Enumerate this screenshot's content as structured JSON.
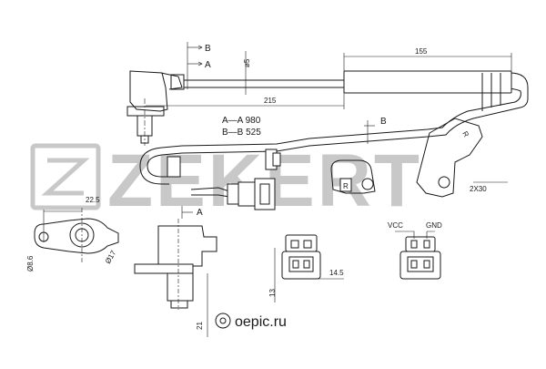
{
  "brand": {
    "watermark": "ZEKERT",
    "footer": "oepic.ru",
    "watermark_color": "#c8c8c8"
  },
  "sections": {
    "section_a": "A",
    "section_b": "B"
  },
  "legend": {
    "line1": "A—A 980",
    "line2": "B—B 525"
  },
  "dimensions": {
    "d155": "155",
    "d215": "215",
    "d5": "ø5",
    "d22_5": "22.5",
    "d8_6": "Ø8.6",
    "d17": "Ø17",
    "d14_5": "14.5",
    "d13": "13",
    "d21": "21",
    "d2x30": "2X30"
  },
  "markers": {
    "r1": "R",
    "r2": "R"
  },
  "pins": {
    "vcc": "VCC",
    "gnd": "GND"
  },
  "colors": {
    "line": "#1a1a1a",
    "background": "#ffffff"
  }
}
